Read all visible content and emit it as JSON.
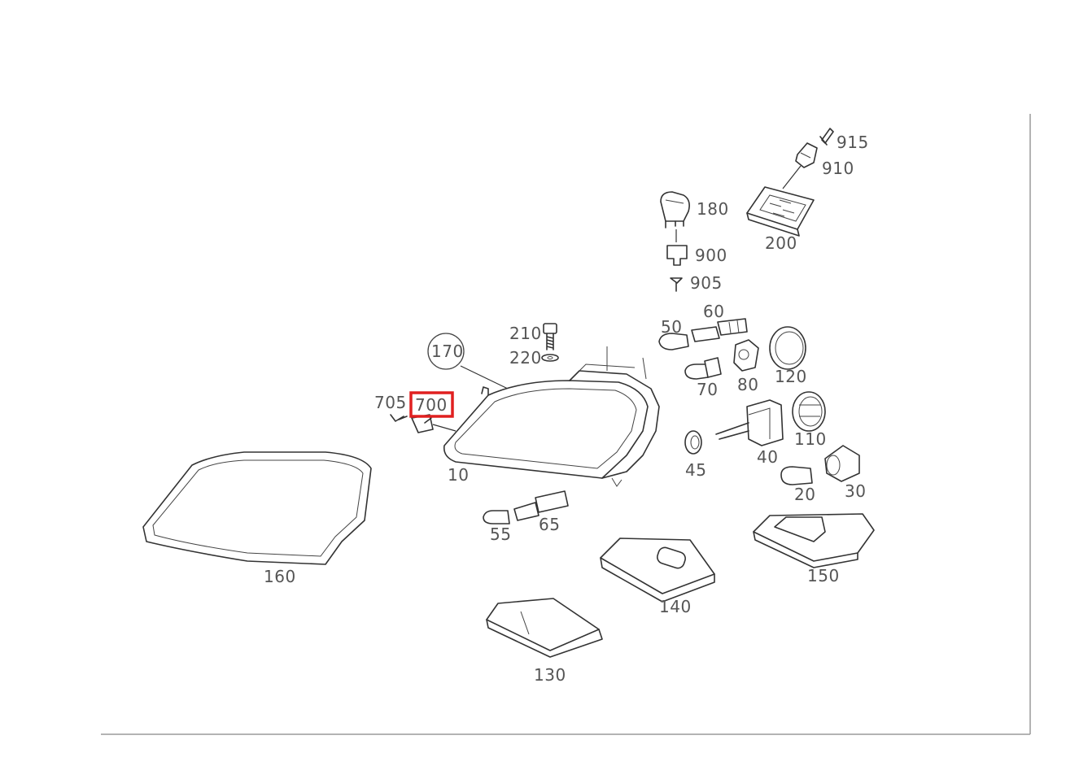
{
  "diagram": {
    "highlight_color": "#e02020",
    "highlighted_part": "700",
    "callouts": {
      "c915": "915",
      "c910": "910",
      "c180": "180",
      "c200": "200",
      "c900": "900",
      "c905": "905",
      "c210": "210",
      "c220": "220",
      "c60": "60",
      "c50": "50",
      "c170": "170",
      "c80": "80",
      "c120": "120",
      "c70": "70",
      "c705": "705",
      "c700": "700",
      "c110": "110",
      "c40": "40",
      "c45": "45",
      "c10": "10",
      "c20": "20",
      "c30": "30",
      "c55": "55",
      "c65": "65",
      "c160": "160",
      "c150": "150",
      "c140": "140",
      "c130": "130"
    }
  }
}
